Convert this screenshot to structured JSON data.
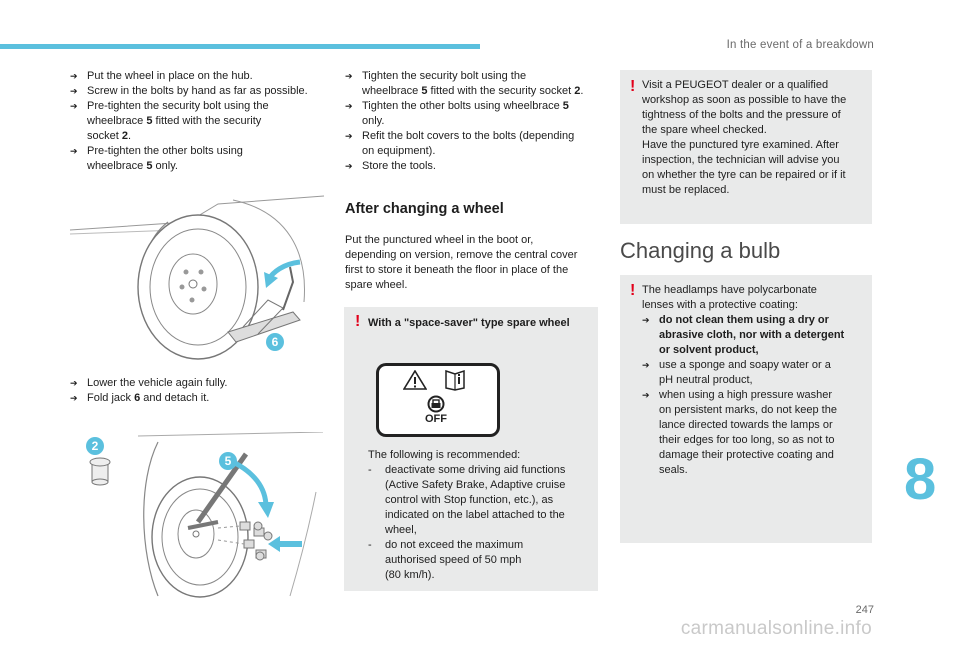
{
  "header": {
    "section_title": "In the event of a breakdown"
  },
  "col1": {
    "items_top": [
      {
        "text": "Put the wheel in place on the hub."
      },
      {
        "text": "Screw in the bolts by hand as far as possible."
      },
      {
        "text": "Pre-tighten the security bolt using the",
        "line2_pre": "wheelbrace ",
        "line2_bold": "5",
        "line2_post": " fitted with the security",
        "line3_pre": "socket ",
        "line3_bold": "2",
        "line3_post": "."
      },
      {
        "text": "Pre-tighten the other bolts using",
        "line2_pre": "wheelbrace ",
        "line2_bold": "5",
        "line2_post": " only."
      }
    ],
    "items_bottom": [
      {
        "text": "Lower the vehicle again fully."
      },
      {
        "pre": "Fold jack ",
        "bold": "6",
        "post": " and detach it."
      }
    ],
    "figure1": {
      "callout": "6"
    },
    "figure2": {
      "callout_left": "2",
      "callout_right": "5"
    }
  },
  "col2": {
    "items": [
      {
        "text": "Tighten the security bolt using the",
        "line2_pre": "wheelbrace ",
        "line2_bold": "5",
        "line2_post": " fitted with the security socket ",
        "line2_bold2": "2",
        "line2_end": "."
      },
      {
        "pre": "Tighten the other bolts using wheelbrace ",
        "bold": "5",
        "line2": "only."
      },
      {
        "text": "Refit the bolt covers to the bolts (depending",
        "line2": "on equipment)."
      },
      {
        "text": "Store the tools."
      }
    ],
    "heading": "After changing a wheel",
    "para": [
      "Put the punctured wheel in the boot or,",
      "depending on version, remove the central cover",
      "first to store it beneath the floor in place of the",
      "spare wheel."
    ],
    "warning": {
      "title": "With a \"space-saver\" type spare wheel",
      "label_off": "OFF",
      "intro": "The following is recommended:",
      "dash1": [
        "deactivate some driving aid functions",
        "(Active Safety Brake, Adaptive cruise",
        "control with Stop function, etc.), as",
        "indicated on the label attached to the",
        "wheel,"
      ],
      "dash2": [
        "do not exceed the maximum",
        "authorised speed of 50 mph",
        "(80 km/h)."
      ]
    }
  },
  "col3": {
    "warn1": [
      "Visit a PEUGEOT dealer or a qualified",
      "workshop as soon as possible to have the",
      "tightness of the bolts and the pressure of",
      "the spare wheel checked.",
      "Have the punctured tyre examined. After",
      "inspection, the technician will advise you",
      "on whether the tyre can be repaired or if it",
      "must be replaced."
    ],
    "title": "Changing a bulb",
    "warn2_intro": [
      "The headlamps have polycarbonate",
      "lenses with a protective coating:"
    ],
    "warn2_b1": [
      "do not clean them using a dry or",
      "abrasive cloth, nor with a detergent",
      "or solvent product,"
    ],
    "warn2_b2": [
      "use a sponge and soapy water or a",
      "pH neutral product,"
    ],
    "warn2_b3": [
      "when using a high pressure washer",
      "on persistent marks, do not keep the",
      "lance directed towards the lamps or",
      "their edges for too long, so as not to",
      "damage their protective coating and",
      "seals."
    ]
  },
  "chapter": "8",
  "page_number": "247",
  "watermark": "carmanualsonline.info",
  "colors": {
    "accent": "#5bc0de",
    "warning": "#e2001a",
    "box": "#e9eaea",
    "callout": "#5bc0de"
  },
  "icons": {
    "bullet": "arrow-bullet-icon",
    "warning": "exclamation-icon"
  }
}
